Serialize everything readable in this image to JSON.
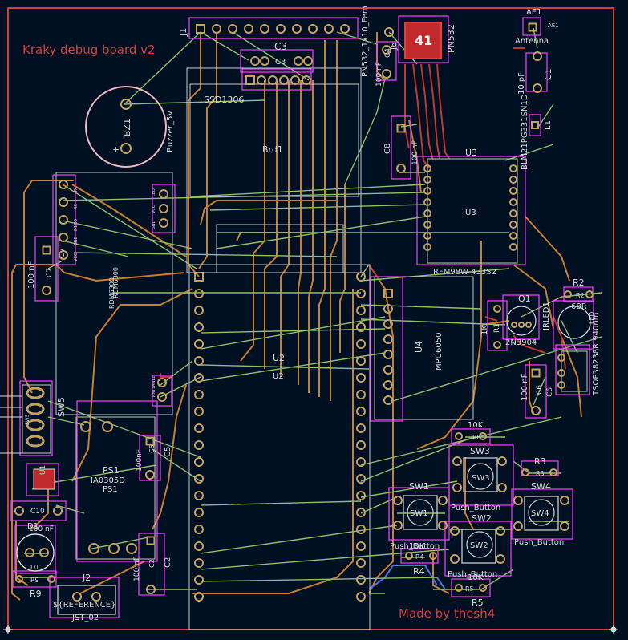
{
  "colors": {
    "background": "#001023",
    "board_edge": "#d83b3b",
    "copper_front": "#c0392b",
    "copper_back": "#e08a2c",
    "ratsnest": "#8fbf6a",
    "silk": "#dadada",
    "fab": "#c8c8c8",
    "courtyard": "#ff3cff",
    "pad": "#c8a060",
    "blue_wire": "#4a78d8"
  },
  "board_title": "Kraky debug board v2",
  "footer_text": "Made by thesh4",
  "components": {
    "j1": "J1",
    "c3_top": "C3",
    "c3_fab": "C3",
    "j6": "PN532_1x10_Fem",
    "j6_ref": "J6",
    "c4": "C4",
    "c4_val": "100 nF",
    "pn532_num": "41",
    "pn532_label": "PN532",
    "ae1_label": "AE1",
    "ae1_fab": "AE1",
    "antenna": "Antenna",
    "c1": "C1",
    "c1_val": "10 pF",
    "l1": "L1",
    "l1_val": "BLM21PG331SN1D",
    "ssd1306": "SSD1306",
    "brd1": "Brd1",
    "buzzer": "Buzzer_5V",
    "bz1": "BZ1",
    "bz_plus": "+",
    "c8": "C8",
    "c8_val": "100 nF",
    "u3_silk": "U3",
    "u3_fab": "U3",
    "rfm98": "RFM98W-433S2",
    "c7": "C7",
    "c7_val": "100 nF",
    "c7_fab": "C7",
    "rdm6300": "RDM6300",
    "rdm6300_fab": "RDM6300",
    "rdm_pins_a": [
      "GND",
      "VCC",
      "LED"
    ],
    "rdm_pins_b": [
      "TX",
      "RX",
      "D0",
      "D1",
      "GND",
      "VCC"
    ],
    "rdm_pins_c": [
      "ANT1",
      "ANT2"
    ],
    "r2": "R2",
    "r2_fab": "R2",
    "r2_val": "68R",
    "q1": "Q1",
    "q1_val": "2N3904",
    "r1": "R1",
    "r1_val": "1K",
    "irled1": "IRLED1",
    "led_fab": "LED",
    "tsop": "TSOP38238R 940nm",
    "c6": "C6",
    "c6_val": "100 nF",
    "c6_fab": "C6",
    "u2_top": "U2",
    "u2_fab": "U2",
    "u4": "U4",
    "mpu6050": "MPU6050",
    "sw5": "SW5",
    "sw5_fab": "SW5",
    "ps1": "PS1",
    "ps1_fab": "PS1",
    "ps1_val": "IA0305D",
    "c5": "C5",
    "c5_val": "100nF",
    "c5_fab": "C5",
    "u1": "U1",
    "c2": "C2",
    "c2_val": "100 nF",
    "c2_fab": "C2",
    "c10": "C10",
    "c10_val": "100 nF",
    "d1": "D1",
    "d1_fab": "D1",
    "r9": "R9",
    "r9_fab": "R9",
    "j2": "J2",
    "j2_ref": "${REFERENCE}",
    "j2_val": "JST_02",
    "r6_val": "10K",
    "r6": "R6",
    "sw3": "SW3",
    "sw3_fab": "SW3",
    "sw3_val": "Push_Button",
    "r3": "R3",
    "r3_fab": "R3",
    "sw4": "SW4",
    "sw4_fab": "SW4",
    "sw4_val": "Push_Button",
    "sw1": "SW1",
    "sw1_fab": "SW1",
    "sw1_val": "Push_Button",
    "sw2": "SW2",
    "sw2_fab": "SW2",
    "sw2_val": "Push_Button",
    "r4": "R4",
    "r4_fab": "R4",
    "r4_val": "10K",
    "r5": "R5",
    "r5_fab": "R5",
    "r5_val": "10K"
  }
}
